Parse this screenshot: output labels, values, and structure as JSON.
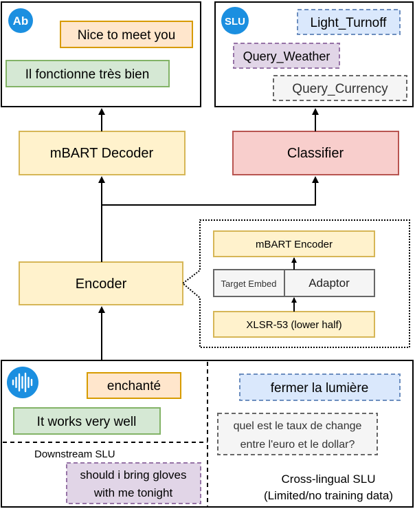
{
  "colors": {
    "yellow_fill": "#fff2cc",
    "yellow_stroke": "#d6b656",
    "orange_fill": "#ffe6cc",
    "orange_stroke": "#d79b00",
    "green_fill": "#d5e8d4",
    "green_stroke": "#82b366",
    "red_fill": "#f8cecc",
    "red_stroke": "#b85450",
    "blue_fill": "#dae8fc",
    "blue_stroke": "#6c8ebf",
    "purple_fill": "#e1d5e7",
    "purple_stroke": "#9673a6",
    "grey_fill": "#f5f5f5",
    "grey_stroke": "#666666",
    "icon_blue": "#1b8fe0"
  },
  "output_translation": {
    "badge": "Ab",
    "target_orange": "Nice to meet you",
    "target_green": "Il fonctionne très bien"
  },
  "output_slu": {
    "badge": "SLU",
    "intent_blue": "Light_Turnoff",
    "intent_purple": "Query_Weather",
    "intent_grey": "Query_Currency"
  },
  "decoder": {
    "label": "mBART Decoder"
  },
  "classifier": {
    "label": "Classifier"
  },
  "encoder": {
    "label": "Encoder"
  },
  "encoder_detail": {
    "mbart_encoder": "mBART Encoder",
    "target_embed": "Target Embed",
    "adaptor": "Adaptor",
    "xlsr": "XLSR-53 (lower half)"
  },
  "input": {
    "speech_orange": "enchanté",
    "speech_green": "It works very well",
    "downstream_label": "Downstream SLU",
    "speech_purple_line1": "should i bring gloves",
    "speech_purple_line2": "with me tonight",
    "speech_blue": "fermer la lumière",
    "speech_grey_line1": "quel est le taux de change",
    "speech_grey_line2": "entre l'euro et le dollar?",
    "crosslingual_line1": "Cross-lingual SLU",
    "crosslingual_line2": "(Limited/no training data)"
  },
  "icons": {
    "speech": "sound-wave-icon"
  }
}
